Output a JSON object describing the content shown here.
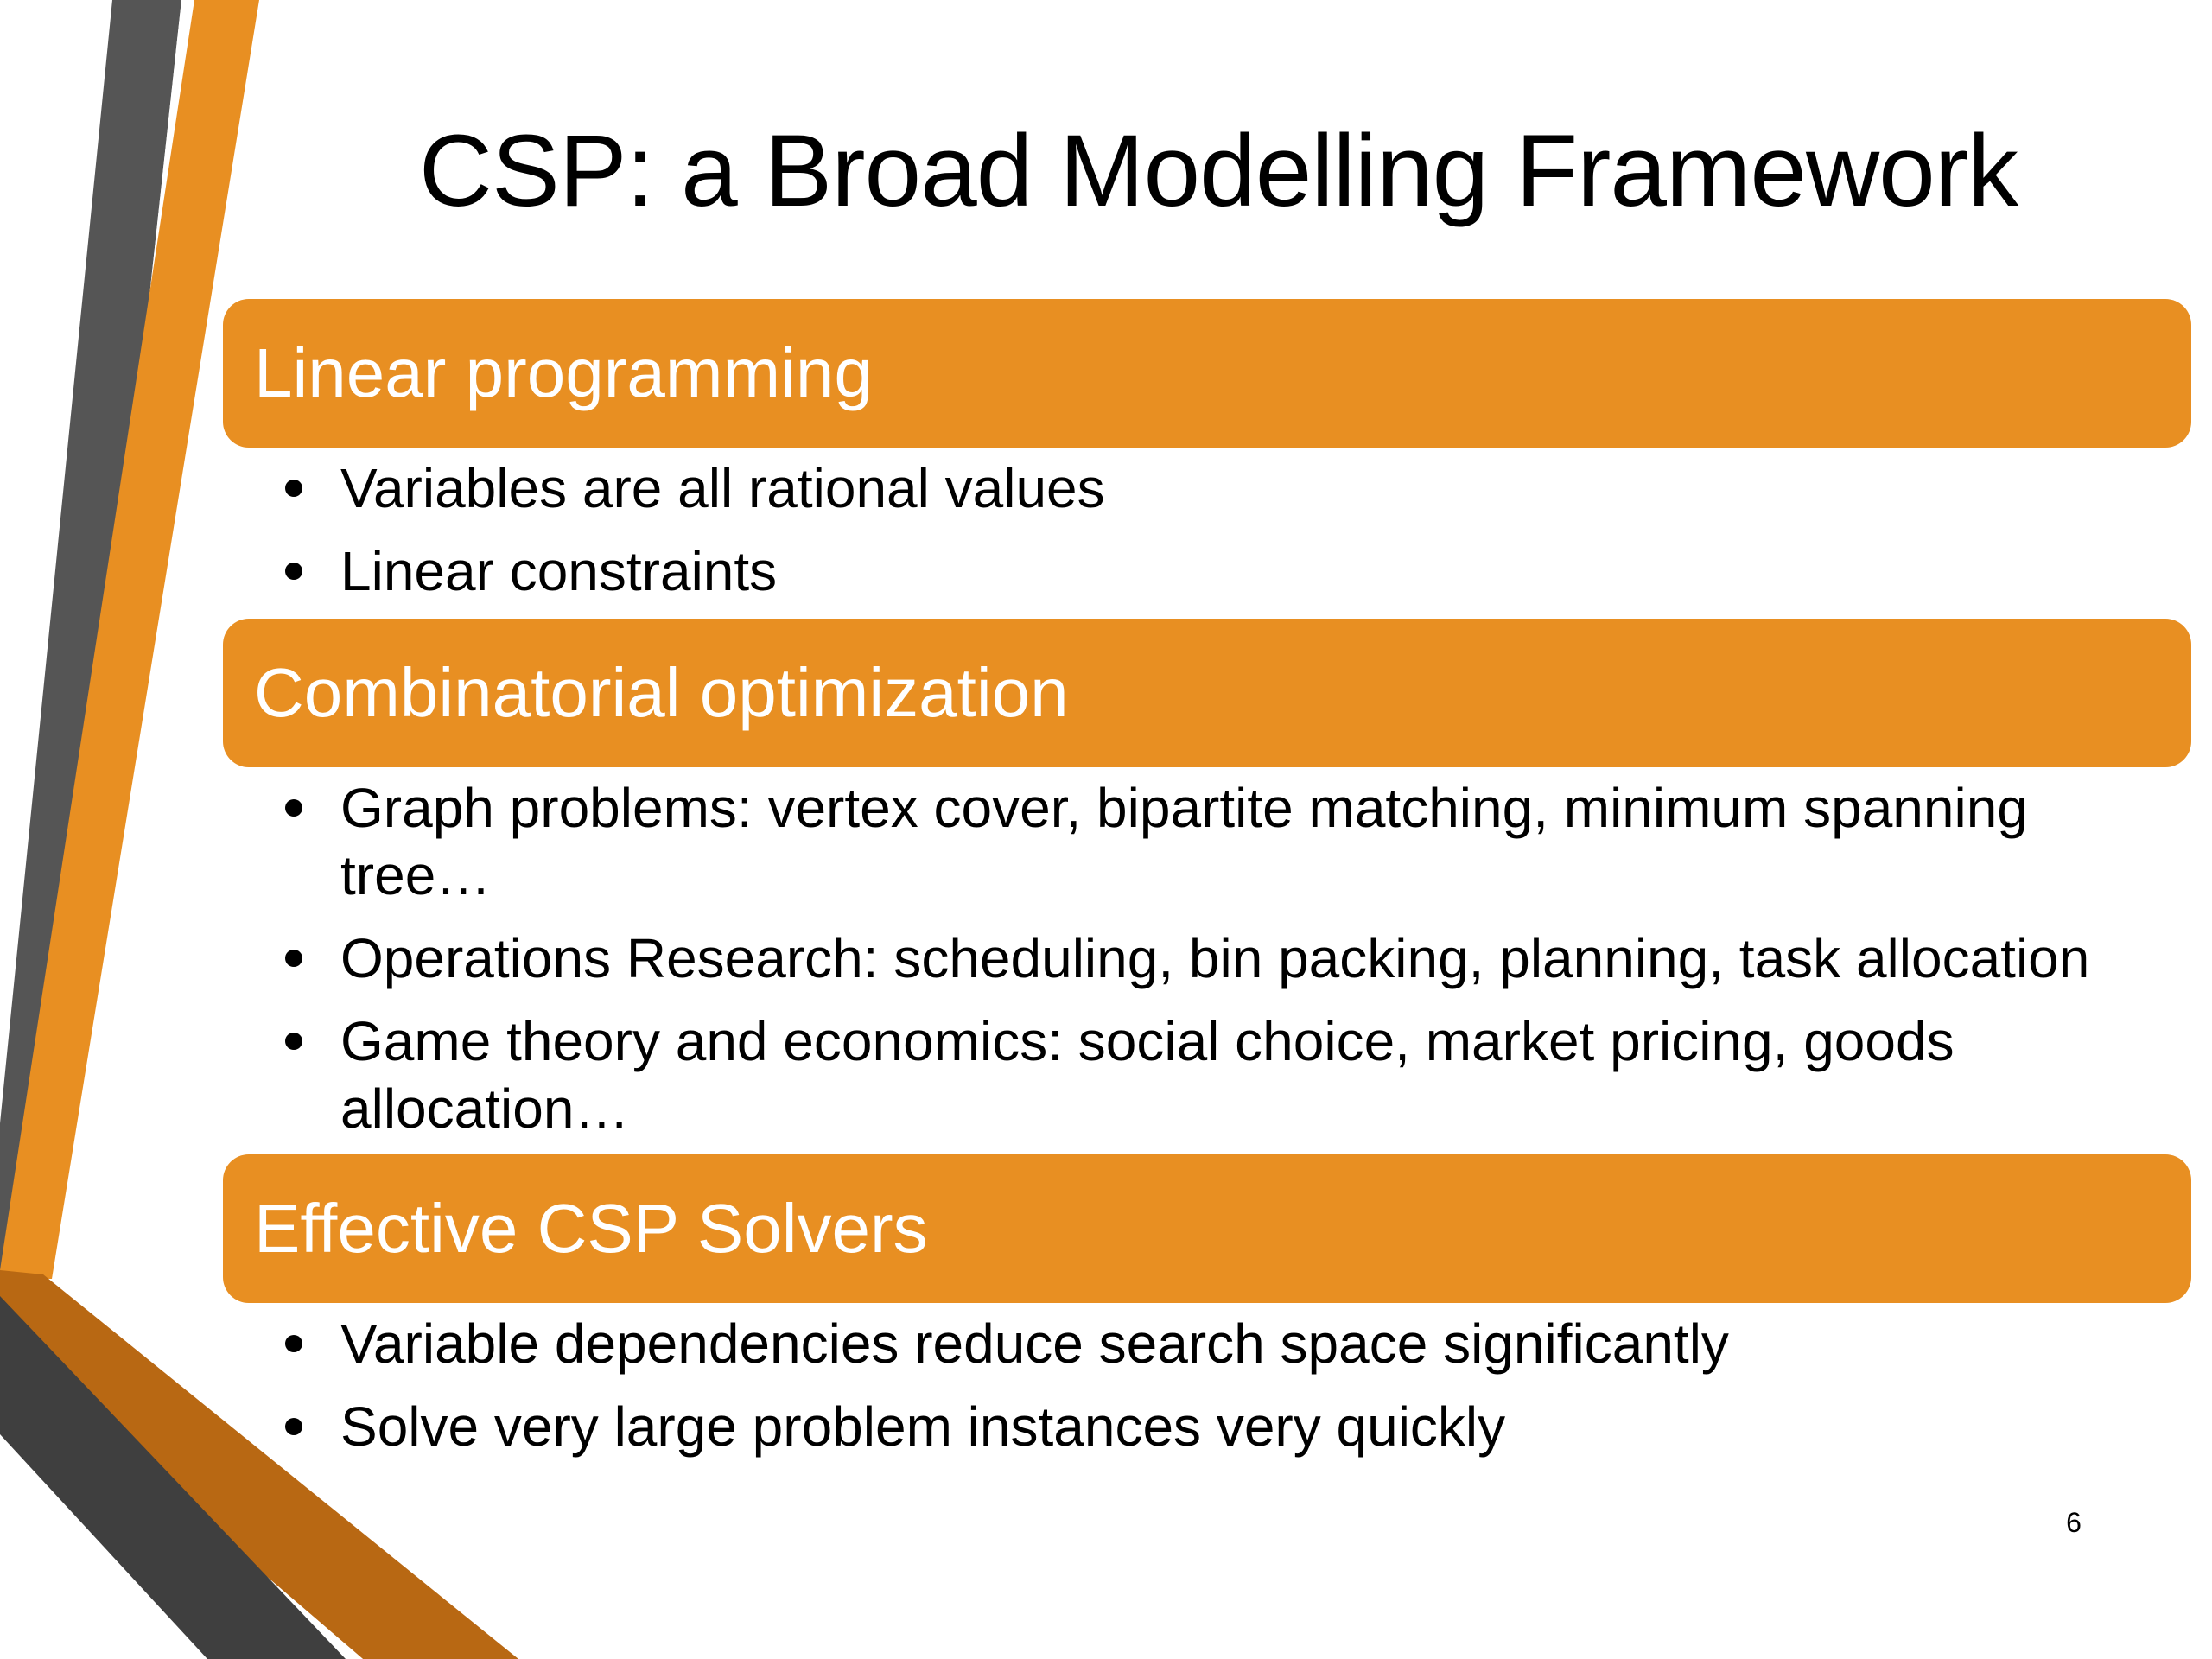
{
  "slide": {
    "title": "CSP: a Broad Modelling Framework",
    "page_number": "6",
    "accent_color": "#e88f22",
    "dark_color": "#505050",
    "sections": [
      {
        "heading": "Linear programming",
        "bullets": [
          "Variables are all rational values",
          "Linear constraints"
        ]
      },
      {
        "heading": "Combinatorial optimization",
        "bullets": [
          "Graph problems: vertex cover, bipartite matching, minimum spanning tree…",
          "Operations Research: scheduling, bin packing, planning, task allocation",
          "Game theory and economics: social choice, market pricing, goods allocation…"
        ]
      },
      {
        "heading": "Effective CSP Solvers",
        "bullets": [
          "Variable dependencies reduce search space significantly",
          "Solve very large problem instances very quickly"
        ]
      }
    ]
  }
}
